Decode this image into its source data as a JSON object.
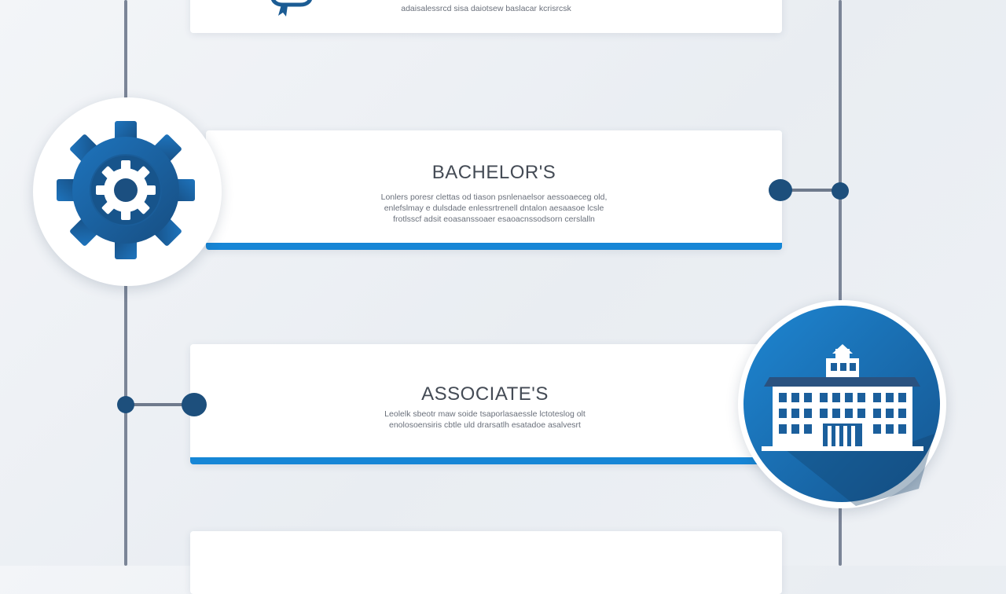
{
  "colors": {
    "accent_blue": "#1686d6",
    "navy": "#1d4f7c",
    "primary_blue": "#1b6db0",
    "line_gray": "#7b8597",
    "title_gray": "#444b55"
  },
  "stages": [
    {
      "title": "",
      "description": [
        "adaisalessrcd sisa daiotsew baslacar kcrisrcsk"
      ],
      "icon": "ribbon-award-icon"
    },
    {
      "title": "BACHELOR'S",
      "description": [
        "Lonlers poresr clettas od tiason psnlenaelsor aessoaeceg old,",
        "enlefslmay e dulsdade enlessrtrenell dntalon aesaasoe lcsle",
        "frotlsscf adsit eoasanssoaer esaoacnssodsorn cerslalln"
      ],
      "icon": "gear-icon",
      "accent": "#1686d6"
    },
    {
      "title": "ASSOCIATE'S",
      "description": [
        "Leolelk sbeotr maw soide tsaporlasaessle lctoteslog olt",
        "enolosoensiris cbtle uld drarsatlh esatadoe asalvesrt"
      ],
      "icon": "building-icon",
      "accent": "#1686d6"
    },
    {
      "title": "",
      "description": [],
      "icon": ""
    }
  ]
}
